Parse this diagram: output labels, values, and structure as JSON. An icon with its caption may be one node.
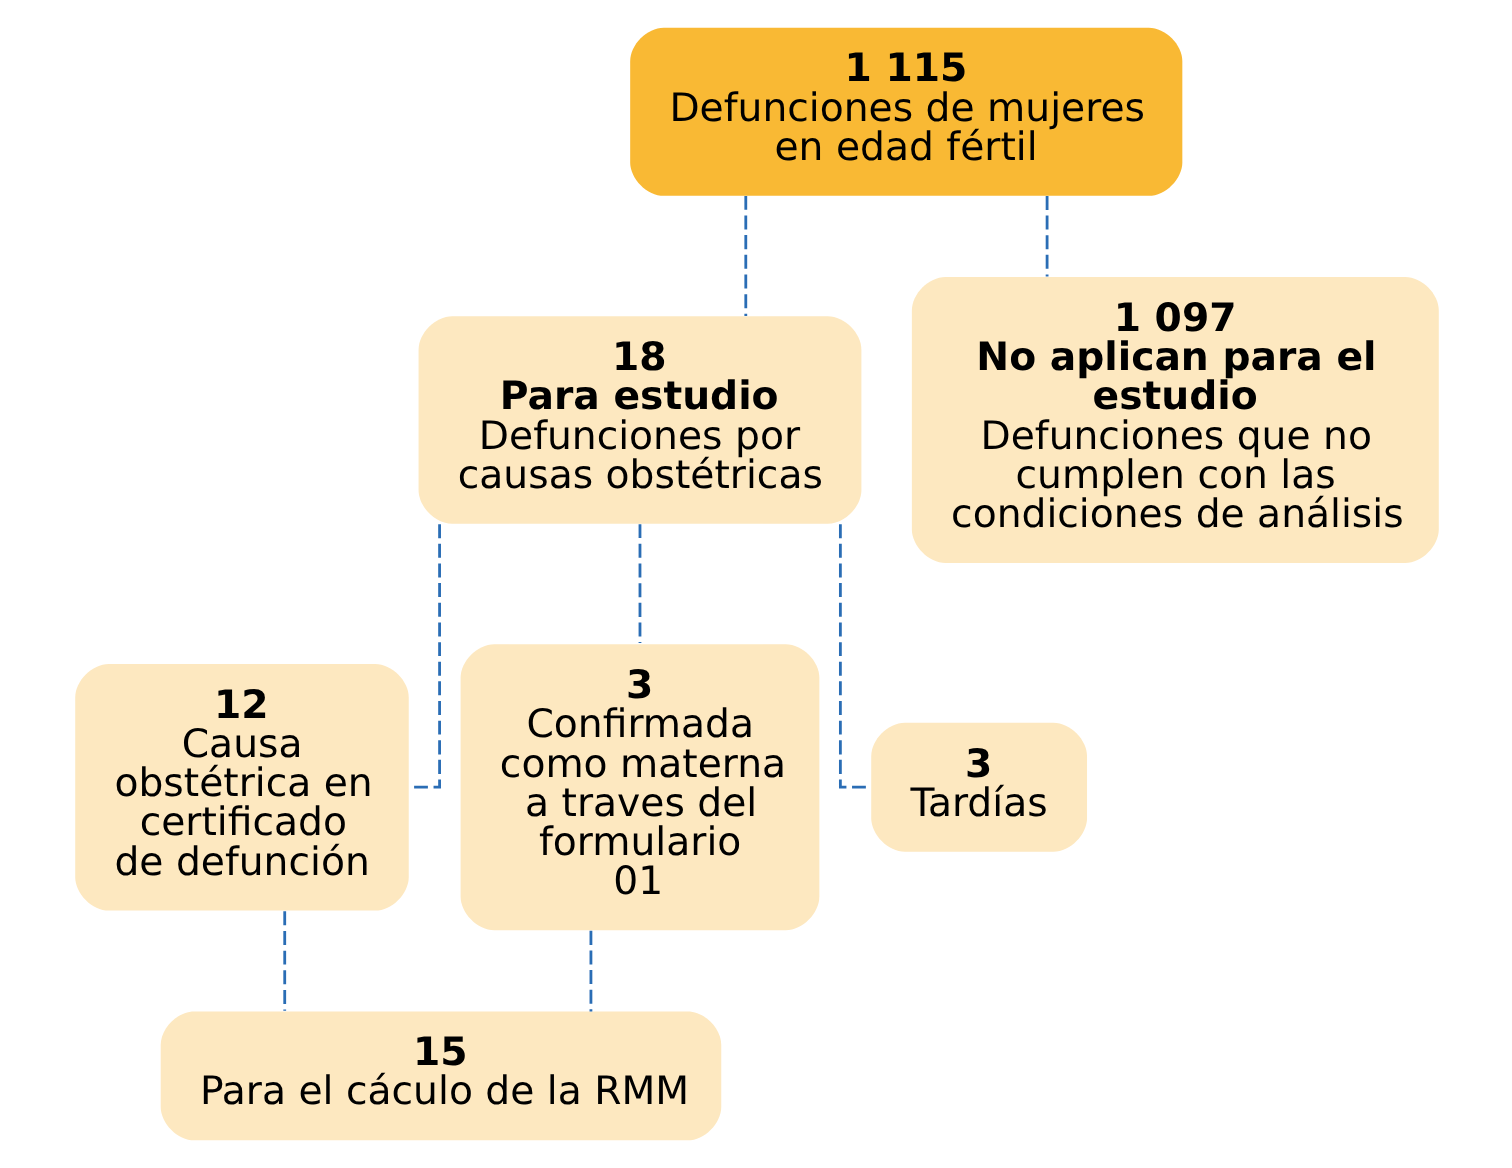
{
  "diagram": {
    "nodes": [
      {
        "text": [
          "1 115",
          "Defunciones de mujeres en edad fértil"
        ]
      },
      {
        "text": [
          "18",
          "Para estudio",
          "Defunciones por causas obstétricas"
        ]
      },
      {
        "text": [
          "1 097",
          "No aplican para el estudio",
          "Defunciones que no cumplen con las condiciones de análisis"
        ]
      },
      {
        "text": [
          "12",
          "Causa obstétrica en certificado de defunción"
        ]
      },
      {
        "text": [
          "3",
          "Confirmada como materna a traves del formulario 01"
        ]
      },
      {
        "text": [
          "3",
          "Tardías"
        ]
      },
      {
        "text": [
          "15",
          "Para el cáculo de la RMM"
        ]
      }
    ],
    "edges": [
      {
        "from": 0,
        "to": 1,
        "arrow": "none",
        "style": "dashed"
      },
      {
        "from": 0,
        "to": 2,
        "arrow": "none",
        "style": "dashed"
      },
      {
        "from": 1,
        "to": 3,
        "arrow": "none",
        "style": "dashed"
      },
      {
        "from": 1,
        "to": 4,
        "arrow": "none",
        "style": "dashed"
      },
      {
        "from": 1,
        "to": 5,
        "arrow": "none",
        "style": "dashed"
      },
      {
        "from": 3,
        "to": 6,
        "arrow": "none",
        "style": "dashed"
      },
      {
        "from": 4,
        "to": 6,
        "arrow": "none",
        "style": "dashed"
      }
    ]
  }
}
